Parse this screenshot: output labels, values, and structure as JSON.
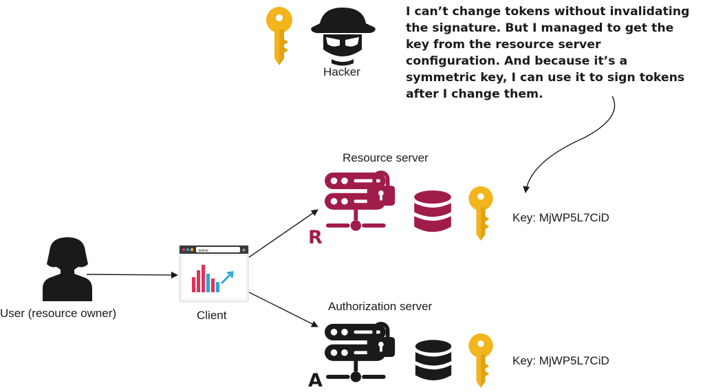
{
  "hacker": {
    "label": "Hacker",
    "thought": "I can’t change tokens without invalidating the signature. But I managed to get the key from the resource server configuration. And because it’s a symmetric key, I can use it to sign tokens after I change them."
  },
  "user": {
    "label": "User (resource owner)"
  },
  "client": {
    "label": "Client",
    "url_text": "www."
  },
  "resource_server": {
    "label": "Resource server",
    "letter": "R",
    "key_label": "Key: MjWP5L7CiD"
  },
  "authorization_server": {
    "label": "Authorization server",
    "letter": "A",
    "key_label": "Key: MjWP5L7CiD"
  },
  "colors": {
    "resource": "#a01c4b",
    "auth": "#1a1a1a",
    "key": "#f2b51d",
    "chart_red": "#e0325a",
    "chart_blue": "#2aa6d9"
  },
  "icons": [
    "key-icon",
    "hacker-icon",
    "user-icon",
    "browser-icon",
    "server-icon",
    "lock-icon",
    "database-icon"
  ]
}
